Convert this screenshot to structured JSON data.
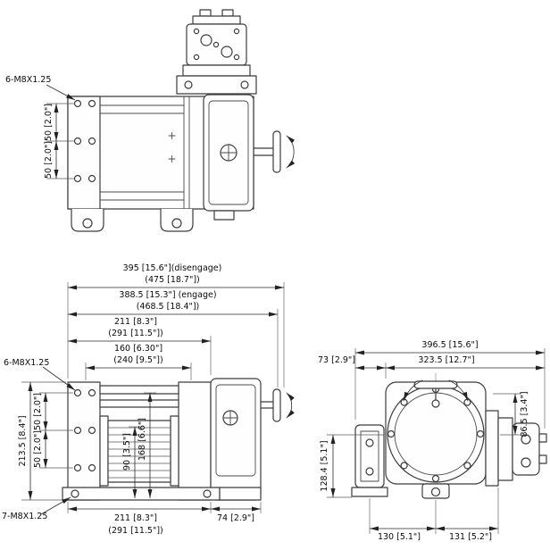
{
  "sheet": {
    "background": "#ffffff",
    "line_color": "#3c3c3c"
  },
  "views": {
    "top": {
      "callout_bolts": "6-M8X1.25",
      "dim_bolt_pitch_upper": "50 [2.0\"]",
      "dim_bolt_pitch_lower": "50 [2.0\"]"
    },
    "front": {
      "dim_overall_disengage": "395 [15.6\"](disengage)",
      "dim_overall_disengage_long_drum": "(475 [18.7\"])",
      "dim_overall_engage": "388.5 [15.3\"] (engage)",
      "dim_overall_engage_long_drum": "(468.5 [18.4\"])",
      "dim_frame_width": "211 [8.3\"]",
      "dim_frame_width_long_drum": "(291 [11.5\"])",
      "dim_drum_length": "160 [6.30\"]",
      "dim_drum_length_long_drum": "(240 [9.5\"])",
      "callout_bolts_plate": "6-M8X1.25",
      "dim_bolt_pitch_upper": "50 [2.0\"]",
      "dim_bolt_pitch_lower": "50 [2.0\"]",
      "dim_overall_height": "213.5 [8.4\"]",
      "dim_center_height": "90 [3.5\"]",
      "dim_tiebar_height": "168 [6.6\"]",
      "callout_bolts_base": "7-M8X1.25",
      "dim_base_width": "211 [8.3\"]",
      "dim_base_width_long_drum": "(291 [11.5\"])",
      "dim_housing_width": "74 [2.9\"]"
    },
    "side": {
      "dim_overall_depth": "396.5 [15.6\"]",
      "dim_bracket_depth": "73 [2.9\"]",
      "dim_body_depth": "323.5 [12.7\"]",
      "dim_motor_offset": "86.5 [3.4\"]",
      "dim_centerline_height": "128.4 [5.1\"]",
      "dim_center_to_front": "130 [5.1\"]",
      "dim_center_to_rear": "131 [5.2\"]"
    }
  }
}
